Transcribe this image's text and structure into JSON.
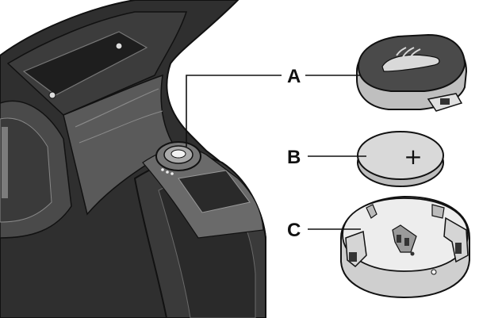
{
  "labels": {
    "a": "A",
    "b": "B",
    "c": "C"
  },
  "battery": {
    "polarity": "+"
  },
  "colors": {
    "ink": "#111111",
    "dark_body": "#2f2f2f",
    "mid_body": "#5a5a5a",
    "light_part": "#d9d9d9",
    "highlight": "#f2f2f2"
  }
}
